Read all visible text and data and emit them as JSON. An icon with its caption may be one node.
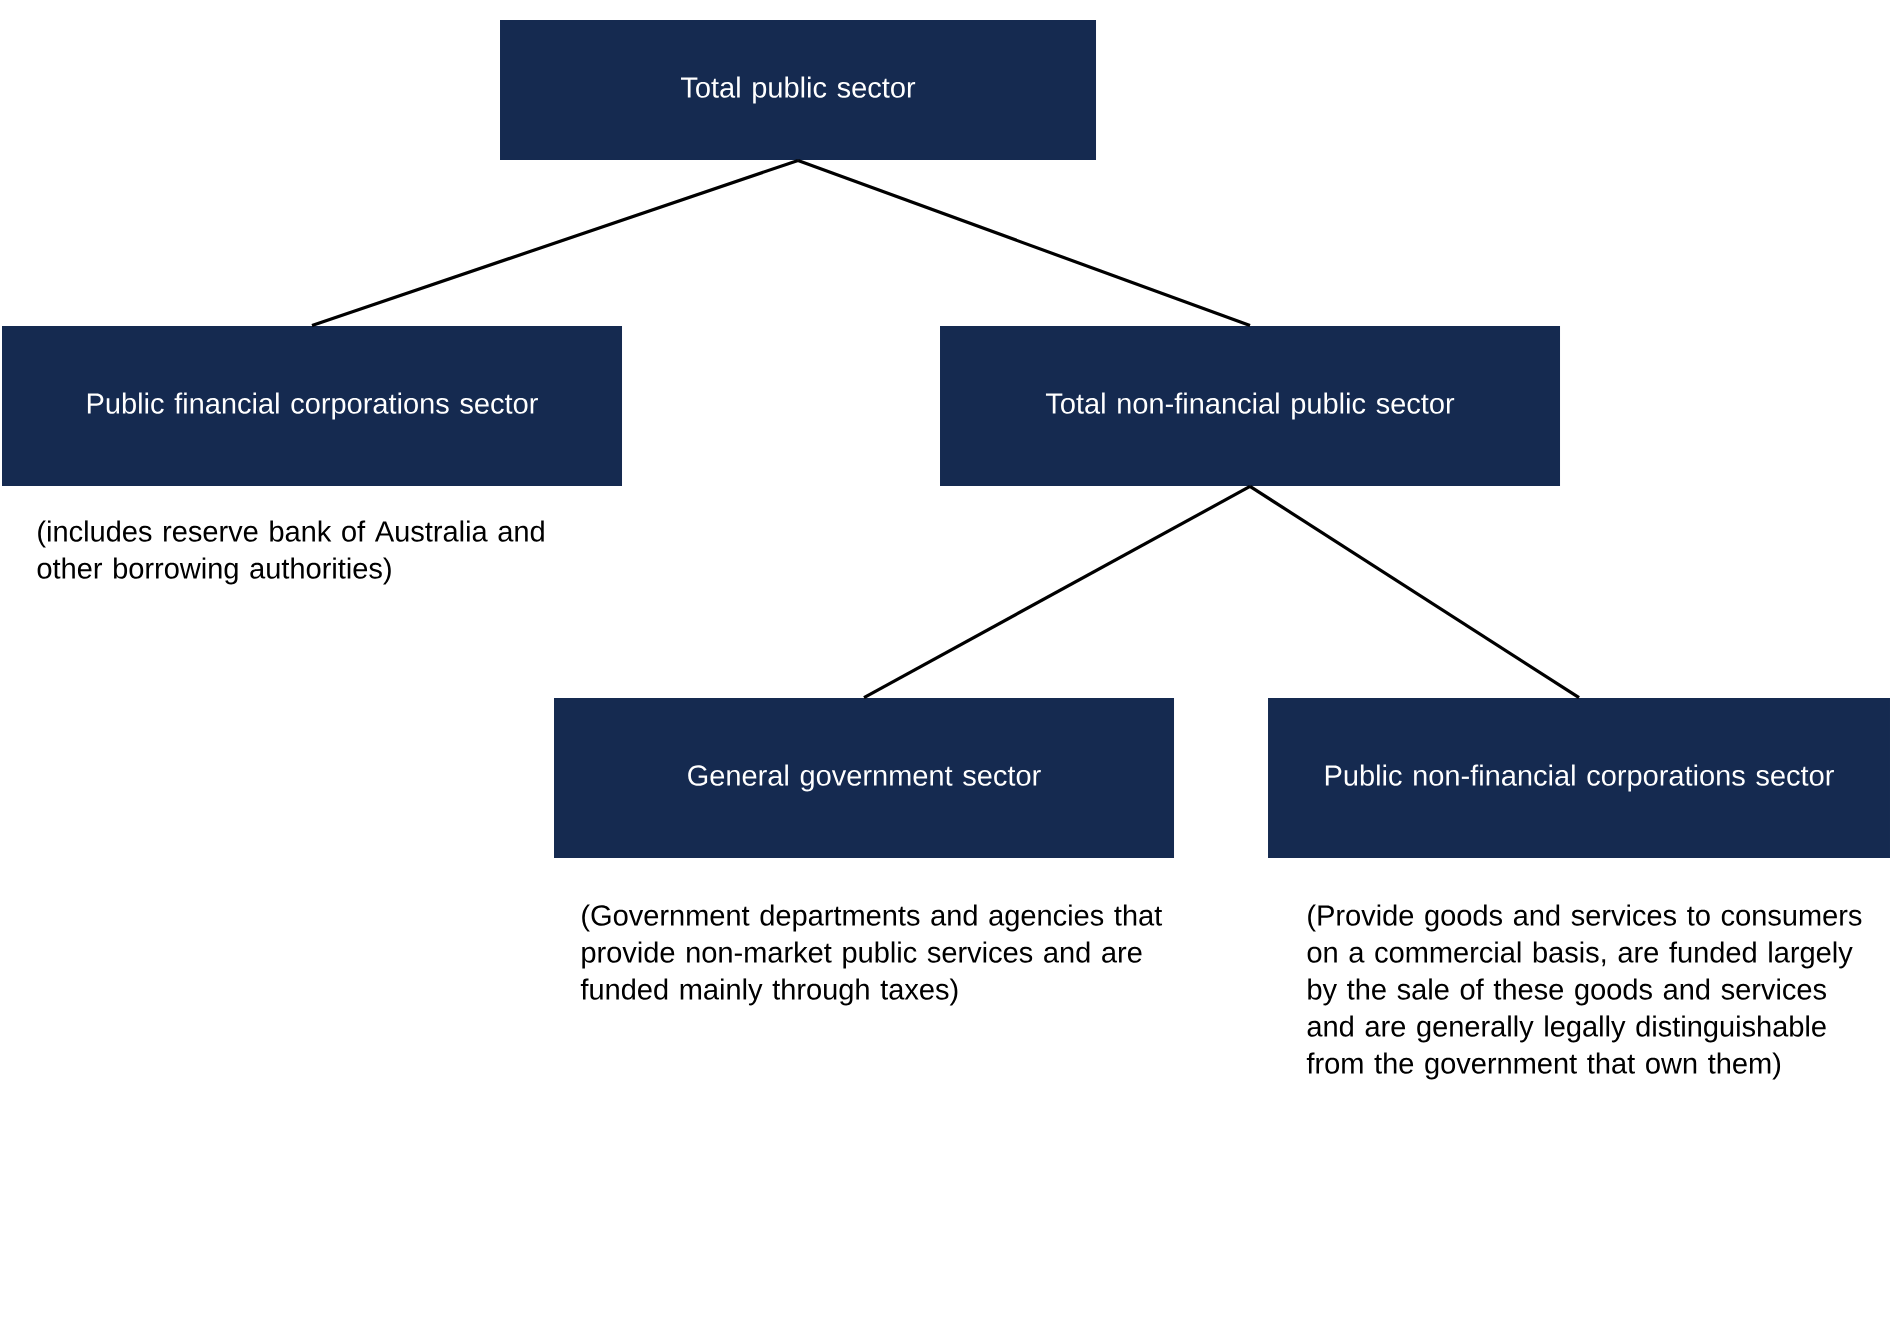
{
  "diagram": {
    "nodes": [
      {
        "text": [
          "Total public sector"
        ]
      },
      {
        "text": [
          "Public financial corporations sector"
        ],
        "beside": [
          "(includes reserve bank of Australia and other borrowing authorities)"
        ]
      },
      {
        "text": [
          "Total non-financial public sector"
        ]
      },
      {
        "text": [
          "General government sector"
        ],
        "beside": [
          "(Government departments and agencies that provide non-market public services and are funded mainly through taxes)"
        ]
      },
      {
        "text": [
          "Public non-financial corporations sector"
        ],
        "beside": [
          "(Provide goods and services to consumers on a commercial basis, are funded largely by the sale of these goods and services and are generally legally distinguishable from the government that own them)"
        ]
      }
    ],
    "edges": [
      {
        "from": 0,
        "to": 1,
        "arrow": "none"
      },
      {
        "from": 0,
        "to": 2,
        "arrow": "none"
      },
      {
        "from": 2,
        "to": 3,
        "arrow": "none"
      },
      {
        "from": 2,
        "to": 4,
        "arrow": "none"
      }
    ]
  }
}
